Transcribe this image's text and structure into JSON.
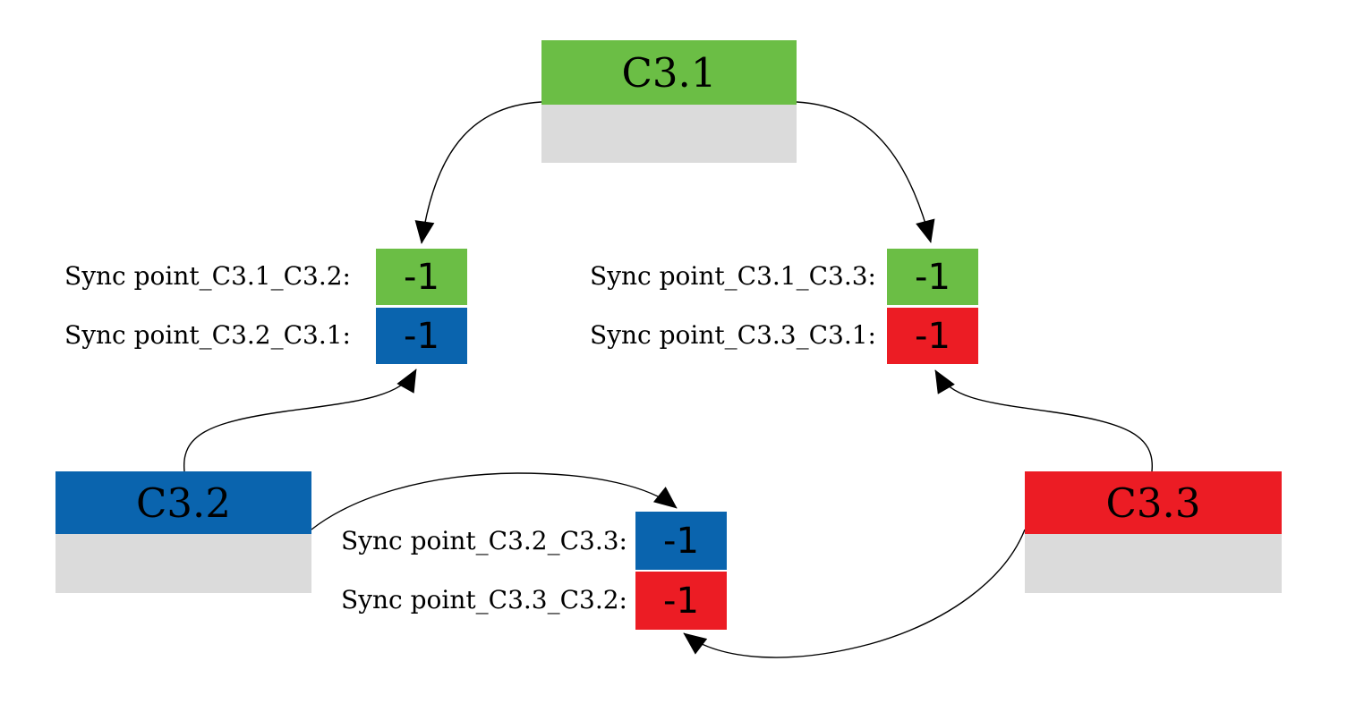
{
  "colors": {
    "background": "#ffffff",
    "c31_green": "#6bbe45",
    "c32_blue": "#0a64ae",
    "c33_red": "#ec1c24",
    "body_gray": "#dbdbdb",
    "arrow_black": "#000000"
  },
  "components": [
    {
      "label": "C3.1",
      "color": "c31_green"
    },
    {
      "label": "C3.2",
      "color": "c32_blue"
    },
    {
      "label": "C3.3",
      "color": "c33_red"
    }
  ],
  "sync_points": [
    {
      "label": "Sync point_C3.1_C3.2:",
      "value": "-1",
      "color": "c31_green"
    },
    {
      "label": "Sync point_C3.2_C3.1:",
      "value": "-1",
      "color": "c32_blue"
    },
    {
      "label": "Sync point_C3.1_C3.3:",
      "value": "-1",
      "color": "c31_green"
    },
    {
      "label": "Sync point_C3.3_C3.1:",
      "value": "-1",
      "color": "c33_red"
    },
    {
      "label": "Sync point_C3.2_C3.3:",
      "value": "-1",
      "color": "c32_blue"
    },
    {
      "label": "Sync point_C3.3_C3.2:",
      "value": "-1",
      "color": "c33_red"
    }
  ],
  "connections": [
    {
      "from": "C3.1",
      "to": "Sync point_C3.1_C3.2"
    },
    {
      "from": "C3.1",
      "to": "Sync point_C3.1_C3.3"
    },
    {
      "from": "C3.2",
      "to": "Sync point_C3.2_C3.1"
    },
    {
      "from": "C3.2",
      "to": "Sync point_C3.2_C3.3"
    },
    {
      "from": "C3.3",
      "to": "Sync point_C3.3_C3.1"
    },
    {
      "from": "C3.3",
      "to": "Sync point_C3.3_C3.2"
    }
  ]
}
